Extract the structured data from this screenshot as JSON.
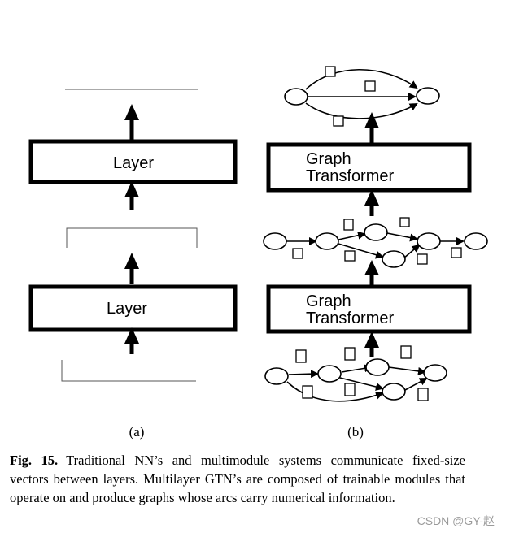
{
  "figure": {
    "panel_a": {
      "layer_top_label": "Layer",
      "layer_bottom_label": "Layer",
      "sub_label": "(a)"
    },
    "panel_b": {
      "transformer_top_label_line1": "Graph",
      "transformer_top_label_line2": "Transformer",
      "transformer_bottom_label_line1": "Graph",
      "transformer_bottom_label_line2": "Transformer",
      "sub_label": "(b)"
    }
  },
  "caption": {
    "fig_number": "Fig. 15.",
    "text": "Traditional NN’s and multimodule systems communicate fixed-size vectors between layers. Multilayer GTN’s are composed of trainable modules that operate on and produce graphs whose arcs carry numerical information."
  },
  "watermark": "CSDN @GY-赵"
}
